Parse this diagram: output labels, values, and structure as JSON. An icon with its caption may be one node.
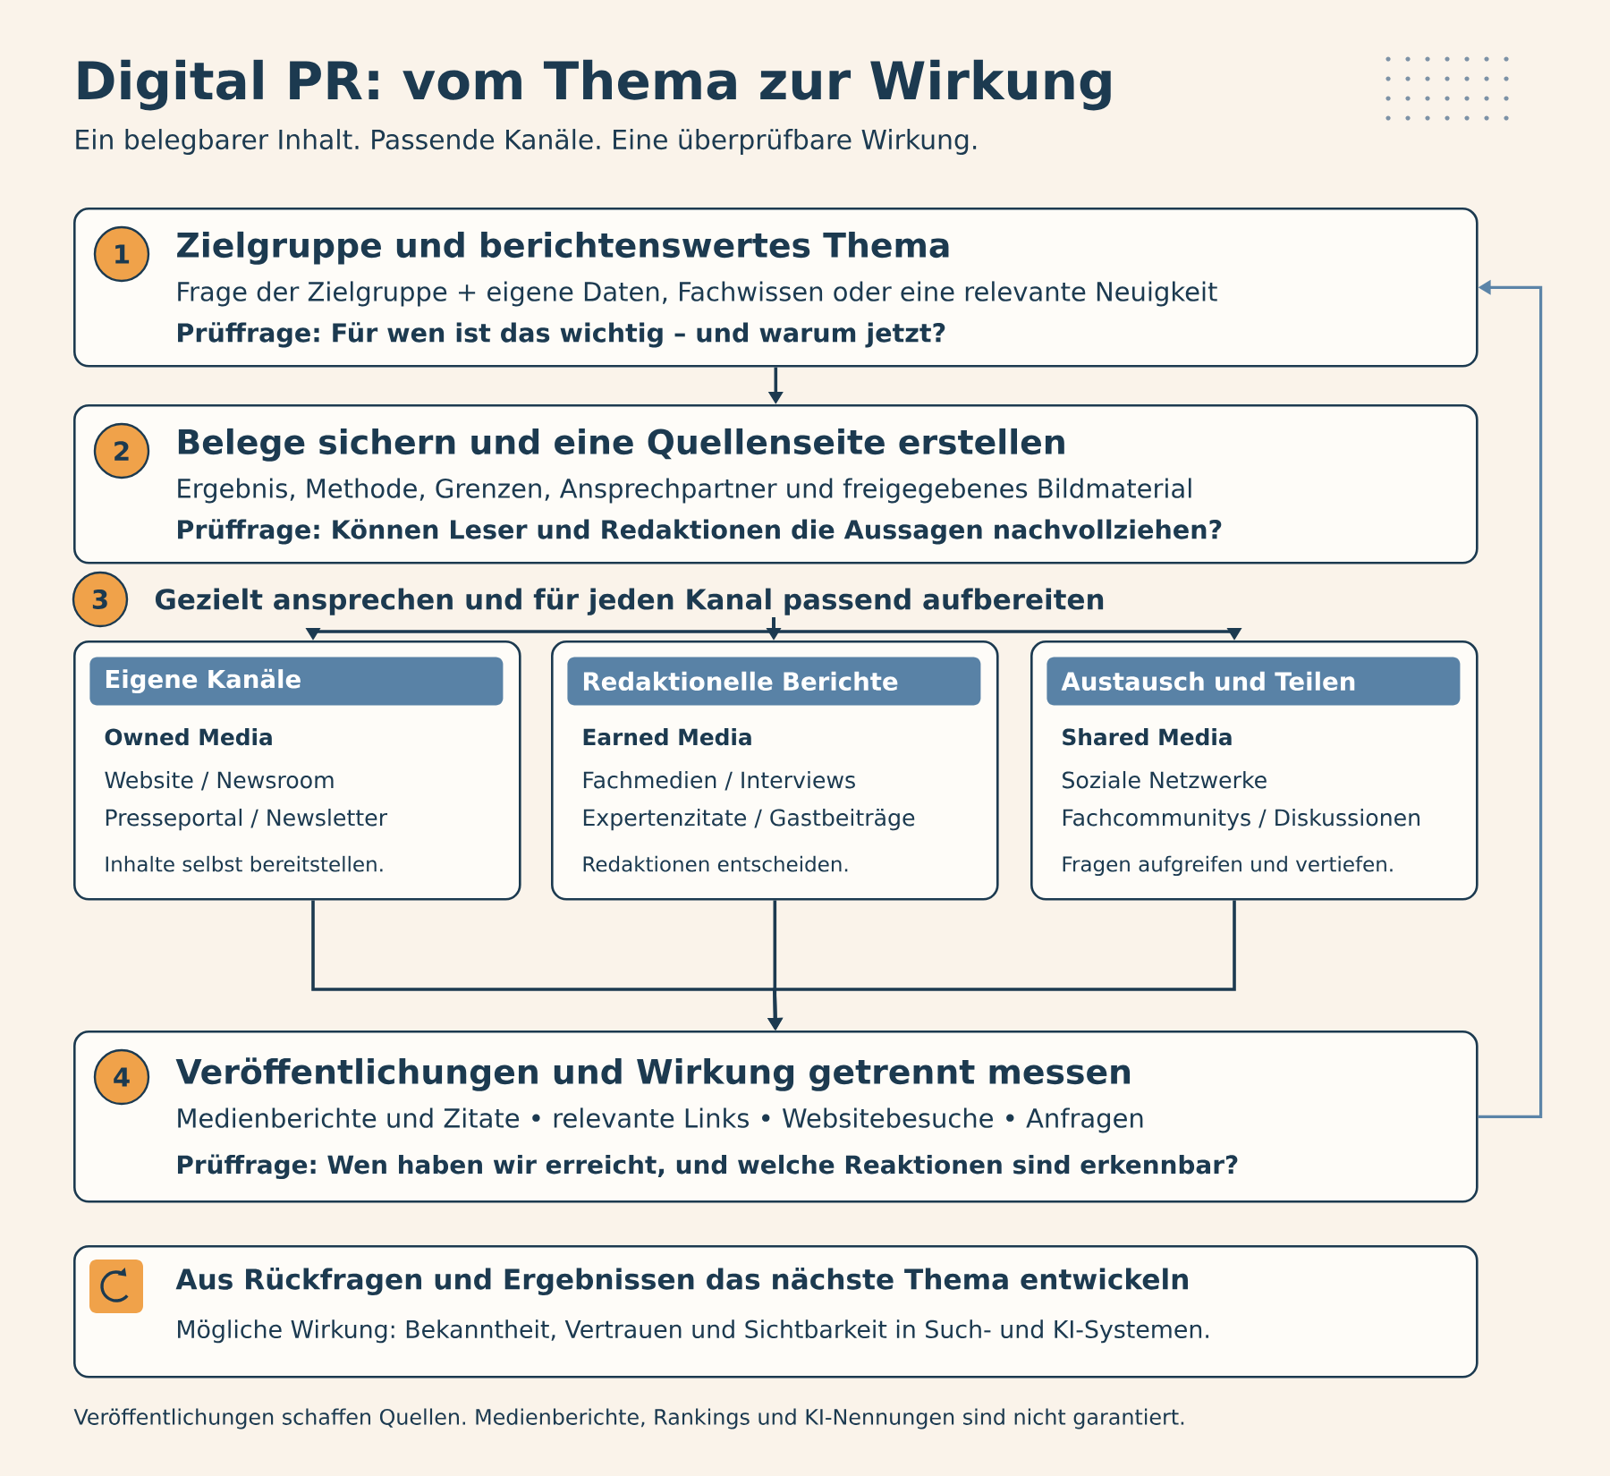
{
  "diagram": {
    "title": "Digital PR: vom Thema zur Wirkung",
    "caption": "Veröffentlichungen schaffen Quellen. Medienberichte, Rankings und KI-Nennungen sind nicht garantiert.",
    "nodes": [
      {
        "text": [
          "Zielgruppe und berichtenswertes Thema",
          "Frage der Zielgruppe + eigene Daten, Fachwissen oder eine relevante Neuigkeit",
          "Prüffrage: Für wen ist das wichtig – und warum jetzt?"
        ]
      },
      {
        "text": [
          "1"
        ],
        "in": 0
      },
      {
        "text": [
          "Belege sichern und eine Quellenseite erstellen",
          "Ergebnis, Methode, Grenzen, Ansprechpartner und freigegebenes Bildmaterial",
          "Prüffrage: Können Leser und Redaktionen die Aussagen nachvollziehen?"
        ]
      },
      {
        "text": [
          "2"
        ],
        "in": 2
      },
      {
        "text": [
          "3"
        ]
      },
      {
        "text": [
          "Gezielt ansprechen und für jeden Kanal passend aufbereiten"
        ]
      },
      {
        "text": [
          "Owned Media",
          "Website / Newsroom",
          "Presseportal / Newsletter",
          "Inhalte selbst bereitstellen."
        ]
      },
      {
        "text": [
          "Eigene Kanäle"
        ],
        "in": 6
      },
      {
        "text": [
          "Earned Media",
          "Fachmedien / Interviews",
          "Expertenzitate / Gastbeiträge",
          "Redaktionen entscheiden."
        ]
      },
      {
        "text": [
          "Redaktionelle Berichte"
        ],
        "in": 8
      },
      {
        "text": [
          "Shared Media",
          "Soziale Netzwerke",
          "Fachcommunitys / Diskussionen",
          "Fragen aufgreifen und vertiefen."
        ]
      },
      {
        "text": [
          "Austausch und Teilen"
        ],
        "in": 10
      },
      {
        "text": [
          "Veröffentlichungen und Wirkung getrennt messen",
          "Medienberichte und Zitate • relevante Links • Websitebesuche • Anfragen",
          "Prüffrage: Wen haben wir erreicht, und welche Reaktionen sind erkennbar?"
        ]
      },
      {
        "text": [
          "4"
        ],
        "in": 12
      },
      {
        "text": [
          "Aus Rückfragen und Ergebnissen das nächste Thema entwickeln",
          "Mögliche Wirkung: Bekanntheit, Vertrauen und Sichtbarkeit in Such- und KI-Systemen."
        ]
      }
    ],
    "edges": [
      {
        "from": 0,
        "to": 2,
        "arrow": "to"
      },
      {
        "from": 5,
        "to": 6,
        "arrow": "to"
      },
      {
        "from": 5,
        "to": 8,
        "arrow": "to"
      },
      {
        "from": 5,
        "to": 10,
        "arrow": "to"
      },
      {
        "from": 6,
        "to": 12,
        "arrow": "to"
      },
      {
        "from": 8,
        "to": 12,
        "arrow": "to"
      },
      {
        "from": 10,
        "to": 12,
        "arrow": "to"
      },
      {
        "from": 12,
        "to": 0,
        "arrow": "to",
        "color": "#5b84a8"
      }
    ],
    "labels": [
      "Ein belegbarer Inhalt. Passende Kanäle. Eine überprüfbare Wirkung."
    ]
  }
}
